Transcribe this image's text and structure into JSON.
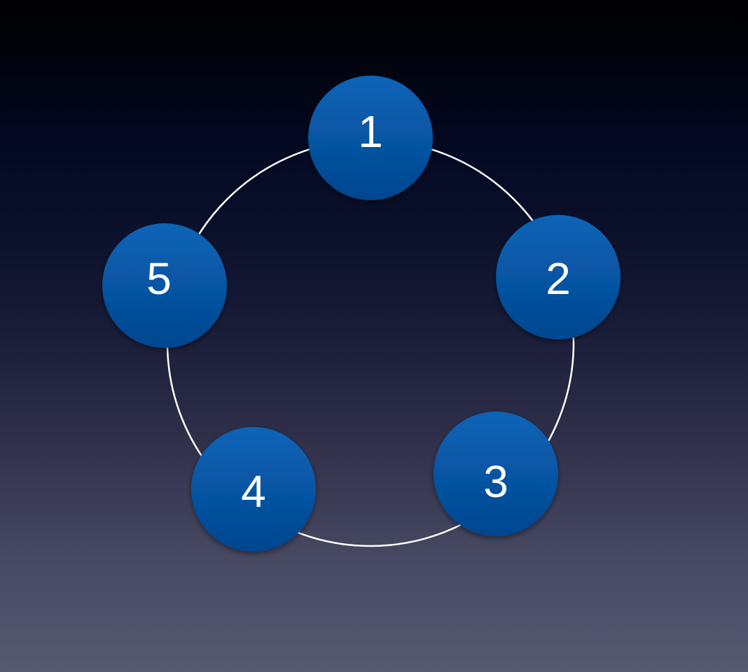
{
  "diagram": {
    "kind": "ring",
    "ring_color": "#ffffff",
    "node_color_top": "#0a64b7",
    "node_color_bottom": "#03468f",
    "nodes": [
      {
        "label": "1"
      },
      {
        "label": "2"
      },
      {
        "label": "3"
      },
      {
        "label": "4"
      },
      {
        "label": "5"
      }
    ]
  }
}
